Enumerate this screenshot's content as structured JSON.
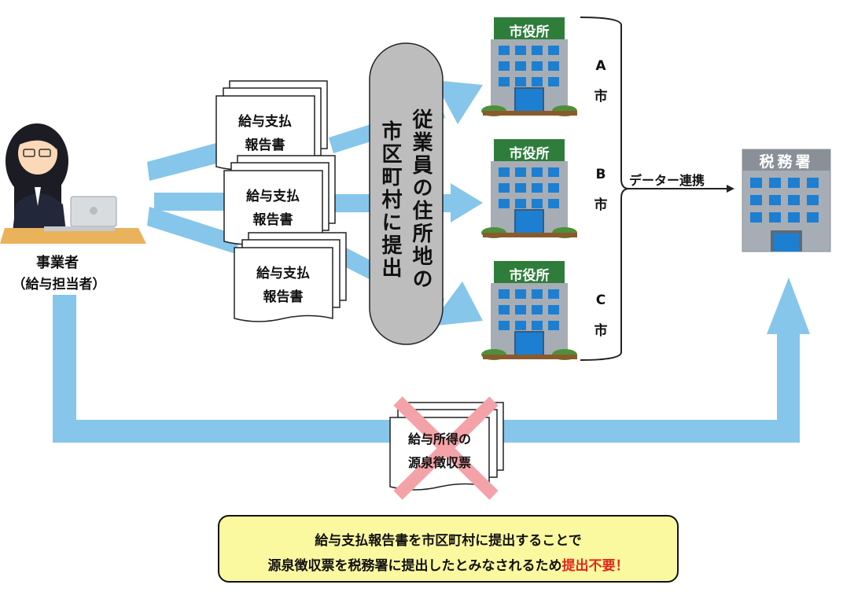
{
  "employer": {
    "line1": "事業者",
    "line2": "（給与担当者）"
  },
  "report_doc": {
    "line1": "給与支払",
    "line2": "報告書"
  },
  "pill": {
    "col_right": "従業員の住所地の",
    "col_left": "市区町村に提出"
  },
  "city_hall_sign": "市役所",
  "cities": [
    {
      "letter": "A",
      "suffix": "市"
    },
    {
      "letter": "B",
      "suffix": "市"
    },
    {
      "letter": "C",
      "suffix": "市"
    }
  ],
  "data_link_label": "データー連携",
  "tax_office_sign": "税務署",
  "withholding_doc": {
    "line1": "給与所得の",
    "line2": "源泉徴収票"
  },
  "note": {
    "line1": "給与支払報告書を市区町村に提出することで",
    "line2_main": "源泉徴収票を税務署に提出したとみなされるため",
    "line2_emphasis": "提出不要！"
  },
  "colors": {
    "arrow": "#86c6ea",
    "pill": "#bdbdbd",
    "city_sign": "#2e7d3b",
    "building": "#a7adb4",
    "window": "#1d7fd1",
    "note_bg": "#fbf9a0",
    "cross": "#f3a3a8",
    "emphasis": "#e3261e"
  },
  "icons": [
    "person-at-laptop-icon",
    "city-hall-building-icon",
    "tax-office-building-icon",
    "document-stack-icon",
    "red-x-icon"
  ]
}
